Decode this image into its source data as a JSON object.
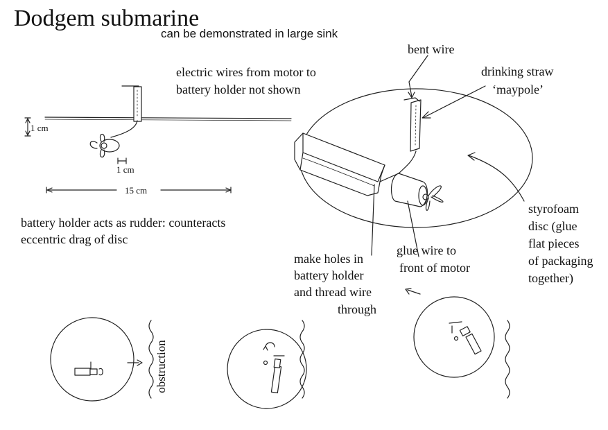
{
  "title": "Dodgem submarine",
  "subtitle": "can be demonstrated in large sink",
  "notes": {
    "wires": [
      "electric wires from motor to",
      "battery holder not shown"
    ],
    "rudder": [
      "battery holder acts as rudder: counteracts",
      "eccentric drag of disc"
    ]
  },
  "side_view": {
    "depth_label": "1 cm",
    "offset_label": "1 cm",
    "length_label": "15 cm"
  },
  "callouts": {
    "bent_wire": "bent wire",
    "straw": [
      "drinking straw",
      "‘maypole’"
    ],
    "styrofoam": [
      "styrofoam",
      "disc (glue",
      "flat pieces",
      "of packaging",
      "together)"
    ],
    "glue": [
      "glue wire to",
      "front of motor"
    ],
    "holes": [
      "make holes in",
      "battery holder",
      "and thread wire",
      "through"
    ]
  },
  "sequence": {
    "obstruction_label": "obstruction"
  },
  "colors": {
    "ink": "#111111",
    "paper": "#ffffff"
  }
}
